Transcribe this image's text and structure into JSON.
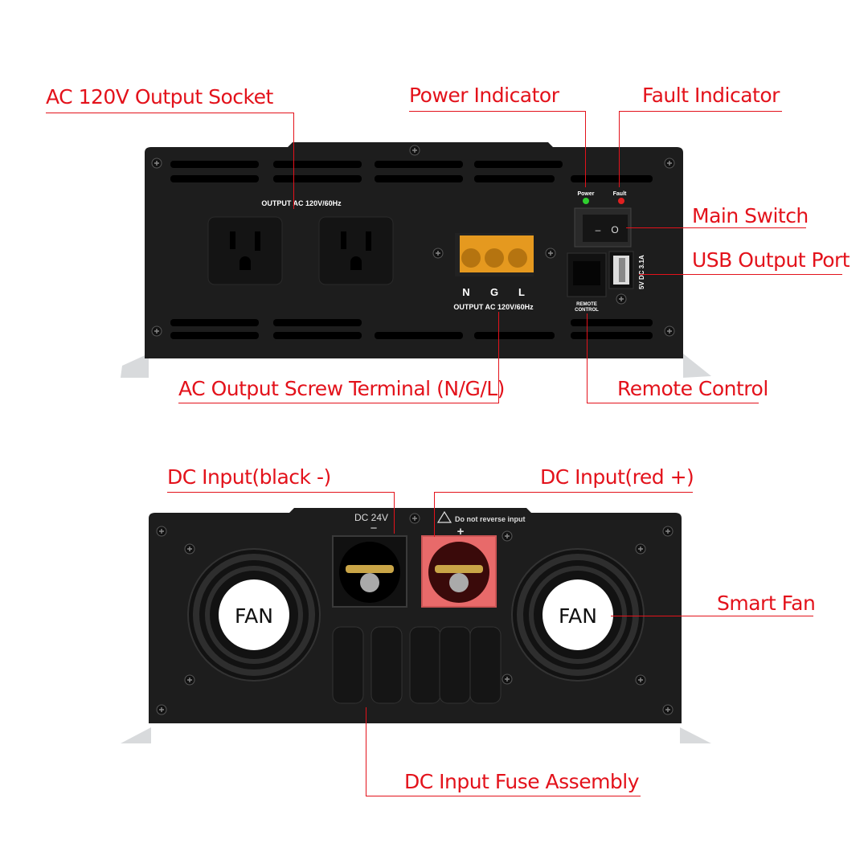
{
  "callouts": {
    "ac_socket": "AC 120V Output Socket",
    "power_indicator": "Power Indicator",
    "fault_indicator": "Fault Indicator",
    "main_switch": "Main Switch",
    "usb_port": "USB Output Port",
    "screw_terminal": "AC Output Screw Terminal (N/G/L)",
    "remote_control": "Remote Control",
    "dc_black": "DC Input(black -)",
    "dc_red": "DC Input(red +)",
    "smart_fan": "Smart Fan",
    "fuse_assembly": "DC Input Fuse Assembly"
  },
  "front_panel": {
    "output_label_top": "OUTPUT AC 120V/60Hz",
    "output_label_terminal": "OUTPUT AC 120V/60Hz",
    "terminal_letters": [
      "N",
      "G",
      "L"
    ],
    "power_led": "Power",
    "fault_led": "Fault",
    "switch_off": "–",
    "switch_on": "O",
    "remote_line1": "REMOTE",
    "remote_line2": "CONTROL",
    "usb_rating": "5V DC 3.1A"
  },
  "rear_panel": {
    "dc_voltage": "DC 24V",
    "minus": "−",
    "plus": "+",
    "warning": "Do not reverse input",
    "fan_left": "FAN",
    "fan_right": "FAN"
  },
  "colors": {
    "callout": "#e3121b",
    "panel": "#1c1c1c",
    "led_power": "#2fcf2f",
    "led_fault": "#e02020",
    "terminal_cover": "#f0a020",
    "red_terminal": "#e86a6a"
  }
}
